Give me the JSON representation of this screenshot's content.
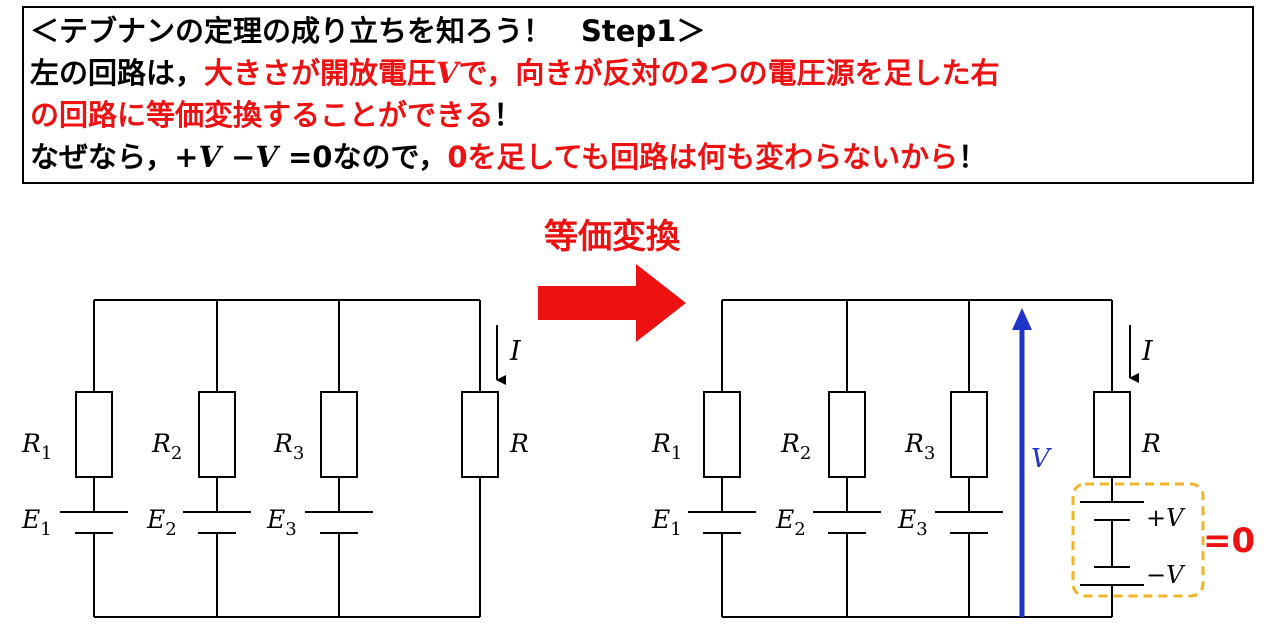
{
  "header": {
    "line1": "＜テブナンの定理の成り立ちを知ろう！　Step1＞",
    "line2": {
      "prefix": "左の回路は，",
      "red_a": "大きさが開放電圧",
      "red_v": "V",
      "red_b": "で，向きが反対の2つの電圧源を足した右"
    },
    "line3": {
      "red": "の回路に等価変換することができる",
      "suffix": "！"
    },
    "line4": {
      "prefix": "なぜなら，",
      "plus_v": "+V",
      "minus_v": "−V",
      "equals_zero": "=0なので，",
      "red": "0を足しても回路は何も変わらないから",
      "suffix": "！"
    }
  },
  "arrow_label": "等価変換",
  "left_circuit": {
    "resistors": [
      {
        "main": "R",
        "sub": "1"
      },
      {
        "main": "R",
        "sub": "2"
      },
      {
        "main": "R",
        "sub": "3"
      },
      {
        "main": "R",
        "sub": ""
      }
    ],
    "sources": [
      {
        "main": "E",
        "sub": "1"
      },
      {
        "main": "E",
        "sub": "2"
      },
      {
        "main": "E",
        "sub": "3"
      }
    ],
    "current": "I"
  },
  "right_circuit": {
    "resistors": [
      {
        "main": "R",
        "sub": "1"
      },
      {
        "main": "R",
        "sub": "2"
      },
      {
        "main": "R",
        "sub": "3"
      },
      {
        "main": "R",
        "sub": ""
      }
    ],
    "sources": [
      {
        "main": "E",
        "sub": "1"
      },
      {
        "main": "E",
        "sub": "2"
      },
      {
        "main": "E",
        "sub": "3"
      }
    ],
    "current": "I",
    "open_voltage": "V",
    "added_plus": "+V",
    "added_minus": "−V",
    "zero_label": "=0"
  },
  "colors": {
    "emphasis": "#ee1111",
    "voltage_arrow": "#1f35c8",
    "dashed_box": "#f0b428",
    "wire": "#000000"
  }
}
